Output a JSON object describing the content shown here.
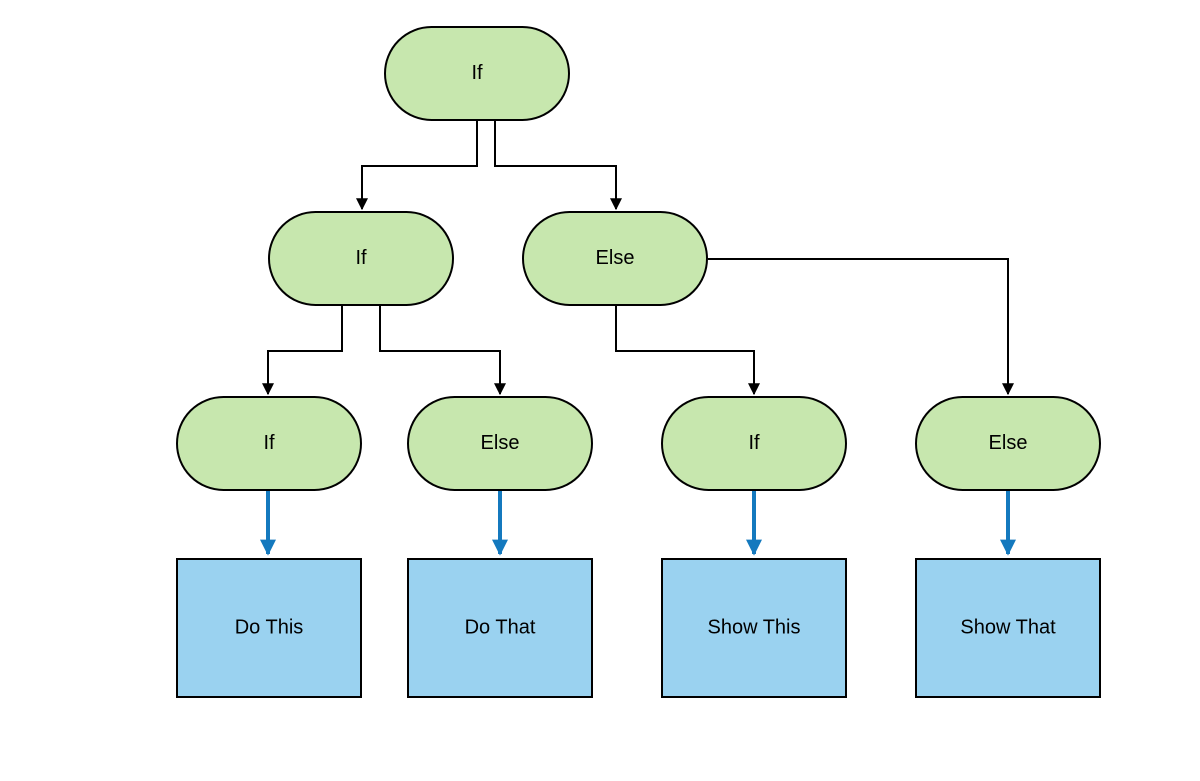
{
  "colors": {
    "decision_fill": "#c7e7ae",
    "action_fill": "#9ad2f0",
    "stroke": "#000000",
    "connector": "#000000",
    "action_connector": "#1479be",
    "background": "#ffffff"
  },
  "nodes": {
    "root_if": "If",
    "level1_if": "If",
    "level1_else": "Else",
    "level2_if_a": "If",
    "level2_else_a": "Else",
    "level2_if_b": "If",
    "level2_else_b": "Else",
    "action_do_this": "Do This",
    "action_do_that": "Do That",
    "action_show_this": "Show This",
    "action_show_that": "Show That"
  }
}
